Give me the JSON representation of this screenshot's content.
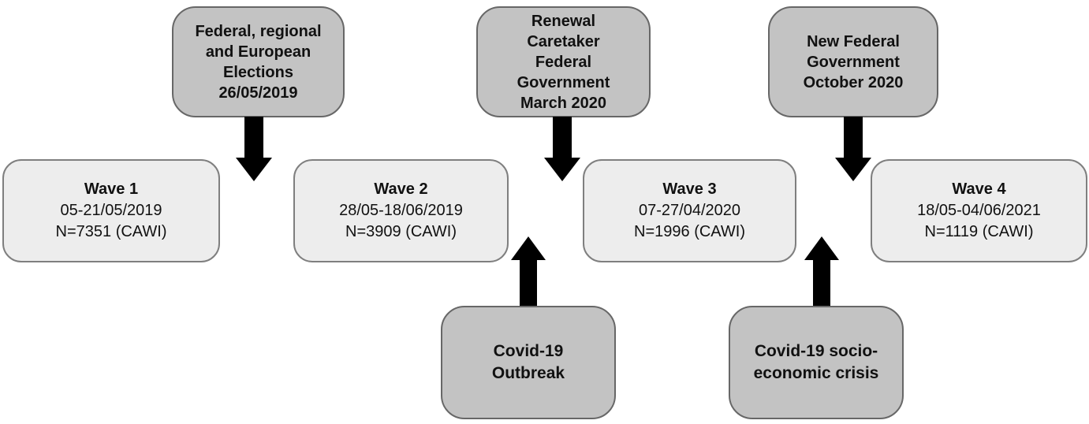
{
  "colors": {
    "event_fill": "#c3c3c3",
    "event_border": "#676767",
    "wave_fill": "#ededed",
    "wave_border": "#7f7f7f",
    "arrow": "#000000",
    "background": "#ffffff"
  },
  "events_top": [
    {
      "lines": [
        "Federal, regional",
        "and European",
        "Elections",
        "26/05/2019"
      ]
    },
    {
      "lines": [
        "Renewal",
        "Caretaker",
        "Federal",
        "Government",
        "March 2020"
      ]
    },
    {
      "lines": [
        "New Federal",
        "Government",
        "October 2020"
      ]
    }
  ],
  "waves": [
    {
      "title": "Wave 1",
      "dates": "05-21/05/2019",
      "sample": "N=7351 (CAWI)"
    },
    {
      "title": "Wave 2",
      "dates": "28/05-18/06/2019",
      "sample": "N=3909 (CAWI)"
    },
    {
      "title": "Wave 3",
      "dates": "07-27/04/2020",
      "sample": "N=1996 (CAWI)"
    },
    {
      "title": "Wave 4",
      "dates": "18/05-04/06/2021",
      "sample": "N=1119 (CAWI)"
    }
  ],
  "events_bottom": [
    {
      "lines": [
        "Covid-19",
        "Outbreak"
      ]
    },
    {
      "lines": [
        "Covid-19 socio-",
        "economic crisis"
      ]
    }
  ]
}
